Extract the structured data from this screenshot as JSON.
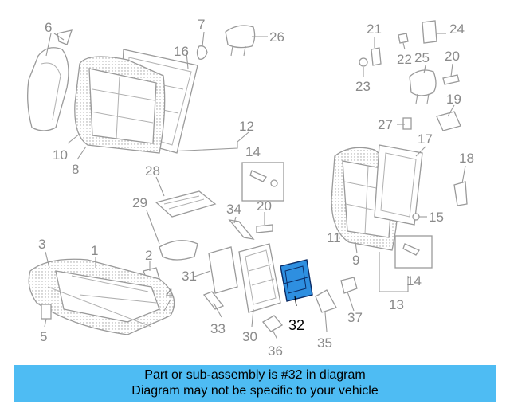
{
  "callouts": {
    "c1": "1",
    "c2": "2",
    "c3": "3",
    "c4": "4",
    "c5": "5",
    "c6": "6",
    "c7": "7",
    "c8": "8",
    "c9": "9",
    "c10": "10",
    "c11": "11",
    "c12": "12",
    "c13": "13",
    "c14a": "14",
    "c14b": "14",
    "c15": "15",
    "c16": "16",
    "c17": "17",
    "c18": "18",
    "c19": "19",
    "c20a": "20",
    "c20b": "20",
    "c21": "21",
    "c22": "22",
    "c23": "23",
    "c24": "24",
    "c25": "25",
    "c26": "26",
    "c27": "27",
    "c28": "28",
    "c29": "29",
    "c30": "30",
    "c31": "31",
    "c32": "32",
    "c33": "33",
    "c34": "34",
    "c35": "35",
    "c36": "36",
    "c37": "37"
  },
  "highlight_part": "32",
  "colors": {
    "highlight_fill": "#2e8fe0",
    "banner_bg": "#4ebcf3",
    "line_art": "#9a9a9a"
  },
  "banner": {
    "line1": "Part or sub-assembly is #32 in diagram",
    "line2": "Diagram may not be specific to your vehicle"
  }
}
